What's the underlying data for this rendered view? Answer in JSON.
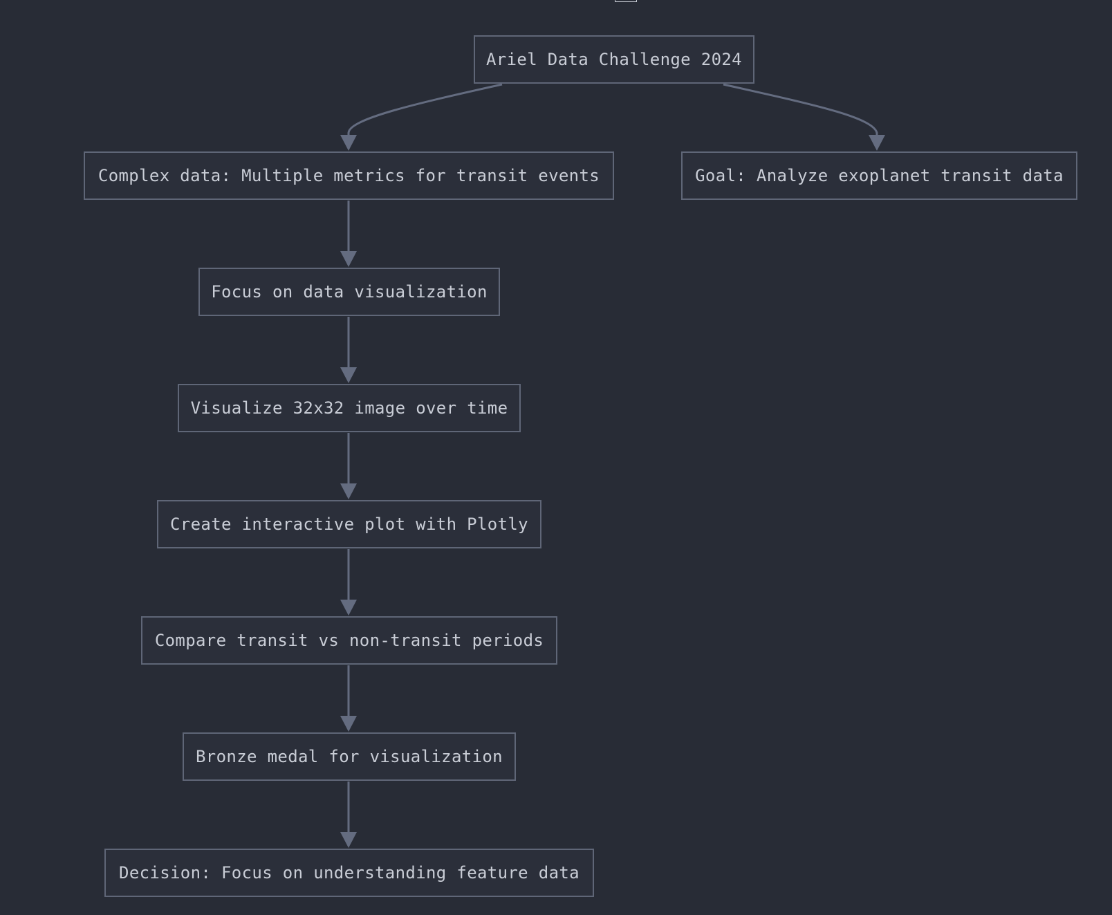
{
  "diagram": {
    "type": "flowchart",
    "nodes": [
      {
        "id": "root",
        "label": "Ariel Data Challenge 2024"
      },
      {
        "id": "complex",
        "label": "Complex data: Multiple metrics for transit events"
      },
      {
        "id": "goal",
        "label": "Goal: Analyze exoplanet transit data"
      },
      {
        "id": "focus",
        "label": "Focus on data visualization"
      },
      {
        "id": "visualize",
        "label": "Visualize 32x32 image over time"
      },
      {
        "id": "plotly",
        "label": "Create interactive plot with Plotly"
      },
      {
        "id": "compare",
        "label": "Compare transit vs non-transit periods"
      },
      {
        "id": "bronze",
        "label": "Bronze medal for visualization"
      },
      {
        "id": "decision",
        "label": "Decision: Focus on understanding feature data"
      }
    ],
    "edges": [
      {
        "from": "root",
        "to": "complex"
      },
      {
        "from": "root",
        "to": "goal"
      },
      {
        "from": "complex",
        "to": "focus"
      },
      {
        "from": "focus",
        "to": "visualize"
      },
      {
        "from": "visualize",
        "to": "plotly"
      },
      {
        "from": "plotly",
        "to": "compare"
      },
      {
        "from": "compare",
        "to": "bronze"
      },
      {
        "from": "bronze",
        "to": "decision"
      }
    ],
    "colors": {
      "background": "#282c36",
      "node_fill": "#2b2f3a",
      "node_border": "#5f6677",
      "edge": "#646c80",
      "text": "#c9cdd6"
    }
  }
}
